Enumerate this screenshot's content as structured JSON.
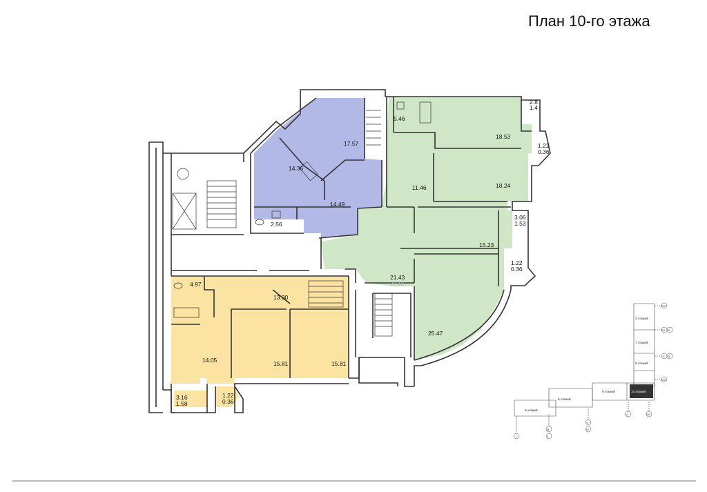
{
  "title": "План 10-го этажа",
  "colors": {
    "green": "#cfe7c6",
    "blue": "#b3b9e6",
    "yellow": "#fbe3a1",
    "wall": "#333333",
    "highlight": "#333333"
  },
  "rooms": {
    "green": [
      "5.46",
      "18.53",
      "2.8",
      "1.4",
      "1.22",
      "0.36",
      "11.46",
      "18.24",
      "3.06",
      "1.53",
      "15.23",
      "1.22",
      "0.36",
      "21.43",
      "21.18",
      "25.47"
    ],
    "blue": [
      "17.57",
      "14.36",
      "14.49",
      "2.56"
    ],
    "yellow": [
      "4.97",
      "13.30",
      "14.05",
      "15.81",
      "15.81",
      "3.16",
      "1.58",
      "1.22",
      "0.36"
    ]
  },
  "keyplan": {
    "sections": [
      "2 этажей",
      "7 этажей",
      "8 этажей",
      "9 этажей",
      "9 этажей",
      "9 этажей",
      "10 этажей"
    ],
    "axes": [
      "XIV",
      "XII",
      "XI",
      "X",
      "IX",
      "VIII",
      "VII",
      "VI",
      "V",
      "IV",
      "III",
      "II",
      "I"
    ]
  }
}
